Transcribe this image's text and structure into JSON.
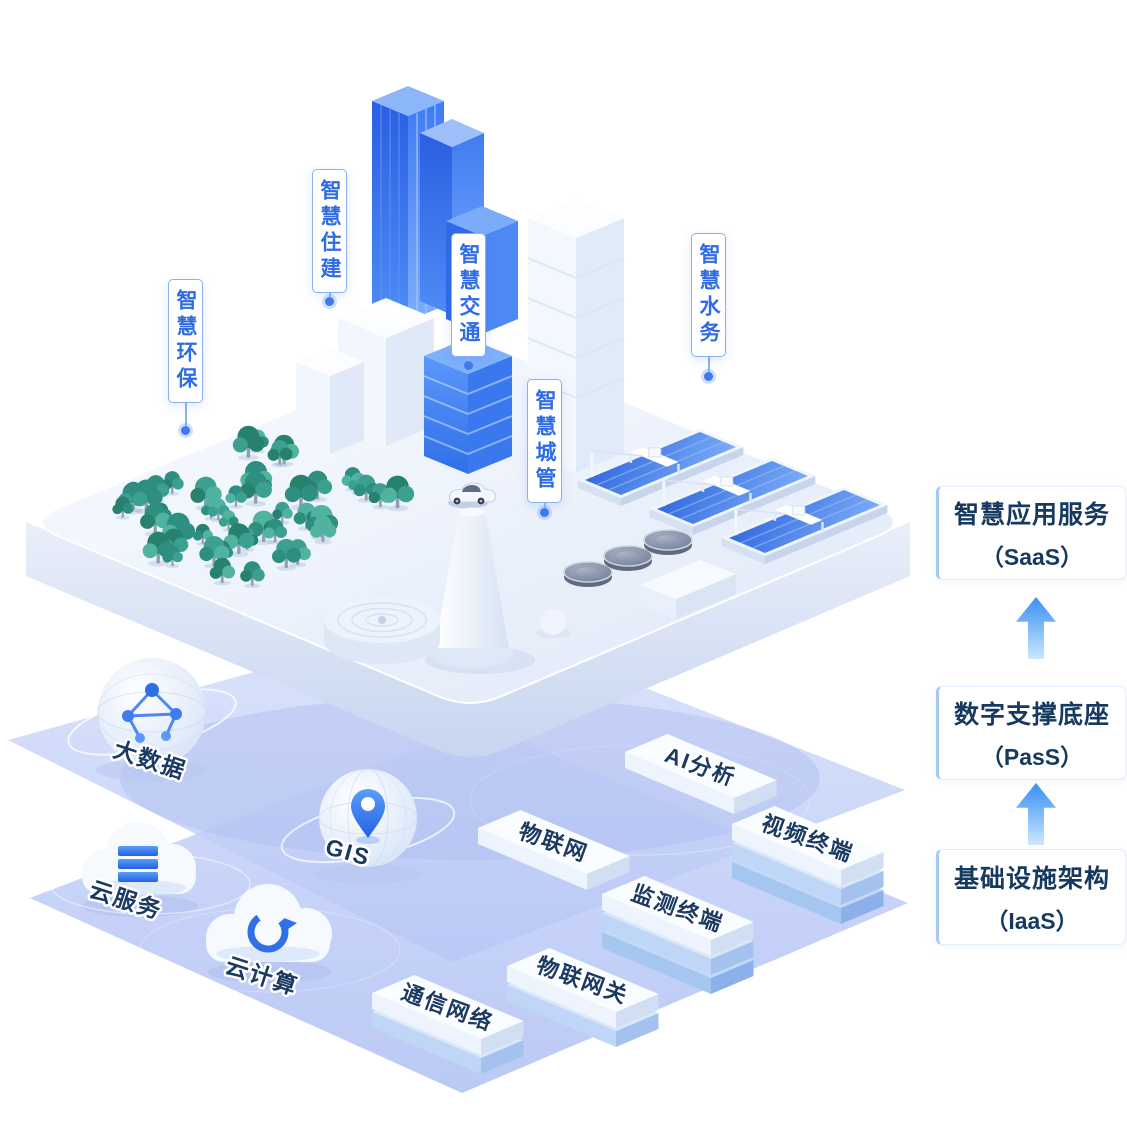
{
  "callouts": [
    {
      "id": "environment",
      "text": "智慧环保"
    },
    {
      "id": "housing",
      "text": "智慧住建"
    },
    {
      "id": "transport",
      "text": "智慧交通"
    },
    {
      "id": "city_management",
      "text": "智慧城管"
    },
    {
      "id": "water",
      "text": "智慧水务"
    }
  ],
  "platform_icons": {
    "bigdata": {
      "icon": "network-globe-icon",
      "label": "大数据"
    },
    "gis": {
      "icon": "location-pin-globe-icon",
      "label": "GIS"
    },
    "cloud_service": {
      "icon": "cloud-server-stack-icon",
      "label": "云服务"
    },
    "cloud_computing": {
      "icon": "cloud-cycle-icon",
      "label": "云计算"
    }
  },
  "nodes": {
    "iot": "物联网",
    "ai": "AI分析",
    "video": "视频终端",
    "monitor": "监测终端",
    "gateway": "物联网关",
    "network": "通信网络"
  },
  "right_panel": {
    "cards": [
      {
        "title": "智慧应用服务",
        "subtitle": "（SaaS）"
      },
      {
        "title": "数字支撑底座",
        "subtitle": "（PasS）"
      },
      {
        "title": "基础设施架构",
        "subtitle": "（IaaS）"
      }
    ],
    "arrow_icon": "up-arrow-icon"
  },
  "colors": {
    "primary_blue": "#2F6FE8",
    "callout_blue": "#2E6BE6",
    "navy_text": "#16395F",
    "layer_lavender": "#C3CFF6"
  }
}
